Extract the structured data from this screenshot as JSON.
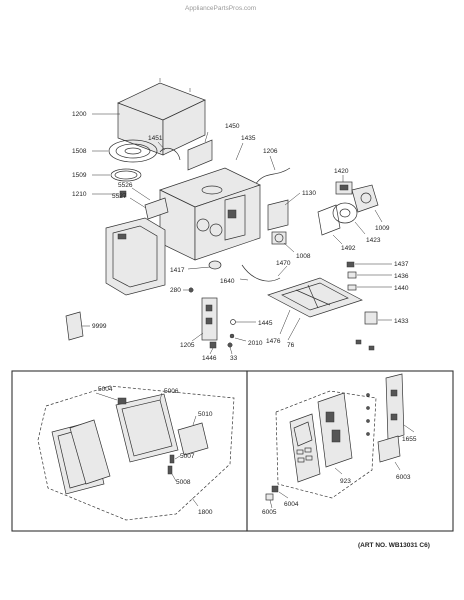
{
  "watermark": "AppliancePartsPros.com",
  "art_number": "(ART NO. WB13031 C6)",
  "callouts": {
    "c1200": "1200",
    "c1451": "1451",
    "c1450": "1450",
    "c1435": "1435",
    "c1508": "1508",
    "c1206": "1206",
    "c1509": "1509",
    "c1420": "1420",
    "c1130": "1130",
    "c1210": "1210",
    "c5526": "5526",
    "c5527": "5527",
    "c1009": "1009",
    "c1423": "1423",
    "c1008": "1008",
    "c1492": "1492",
    "c1437": "1437",
    "c1417": "1417",
    "c1470": "1470",
    "c1436": "1436",
    "c1640": "1640",
    "c1440": "1440",
    "c280": "280",
    "c1445": "1445",
    "c1433": "1433",
    "c9999": "9999",
    "c1205": "1205",
    "c2010": "2010",
    "c1476": "1476",
    "c76": "76",
    "c1446": "1446",
    "c33": "33",
    "c5004": "5004",
    "c5006": "5006",
    "c5010": "5010",
    "c5007": "5007",
    "c5008": "5008",
    "c1800": "1800",
    "c1655": "1655",
    "c923": "923",
    "c6003": "6003",
    "c6004": "6004",
    "c6005": "6005"
  }
}
